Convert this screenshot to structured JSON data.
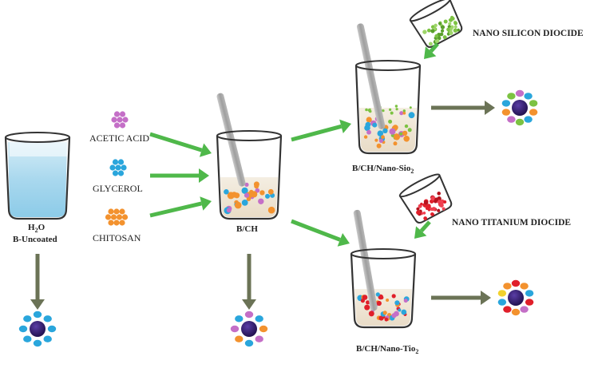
{
  "ingredients": [
    {
      "label": "ACETIC ACID",
      "color": "#c46fc7"
    },
    {
      "label": "GLYCEROL",
      "color": "#2aa6dc"
    },
    {
      "label": "CHITOSAN",
      "color": "#f3922e"
    }
  ],
  "beakers": {
    "uncoated": {
      "formula_main": "H",
      "formula_sub": "2",
      "formula_tail": "O",
      "caption": "B-Uncoated"
    },
    "bch": {
      "caption": "B/CH"
    },
    "sio2": {
      "caption_main": "B/CH/Nano-Sio",
      "caption_sub": "2"
    },
    "tio2": {
      "caption_main": "B/CH/Nano-Tio",
      "caption_sub": "2"
    }
  },
  "additives": {
    "silicon": {
      "label": "NANO SILICON DIOCIDE",
      "color": "#7cc242"
    },
    "titanium": {
      "label": "NANO TITANIUM  DIOCIDE",
      "color": "#e01f2a"
    }
  },
  "colors": {
    "arrow": "#4fb84a",
    "arrow_down": "#6b7356",
    "core": "#2e1a66",
    "water": "#9fd3ea"
  }
}
